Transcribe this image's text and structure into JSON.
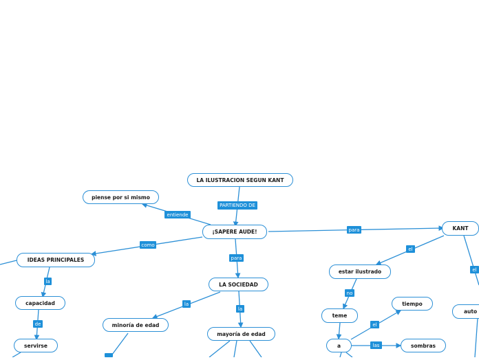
{
  "nodes": {
    "title": "LA ILUSTRACION SEGUN KANT",
    "sapere": "¡SAPERE AUDE!",
    "piense": "piense por si mismo",
    "ideas": "IDEAS PRINCIPALES",
    "capacidad": "capacidad",
    "servirse": "servirse",
    "sociedad": "LA SOCIEDAD",
    "minoria": "minoría de edad",
    "mayoria": "mayoría de edad",
    "kant": "KANT",
    "estar": "estar ilustrado",
    "teme": "teme",
    "a": "a",
    "tiempo": "tiempo",
    "sombras": "sombras",
    "auto": "auto r"
  },
  "labels": {
    "partiendo": "PARTIENDO DE",
    "entiende": "entiende",
    "como": "como",
    "para_sociedad": "para",
    "para_kant": "para",
    "la_capacidad": "la",
    "de": "de",
    "la_minoria": "la",
    "la_mayoria": "la",
    "el_estar": "el",
    "el_auto": "el",
    "no": "no",
    "el_tiempo": "el",
    "las": "las"
  }
}
